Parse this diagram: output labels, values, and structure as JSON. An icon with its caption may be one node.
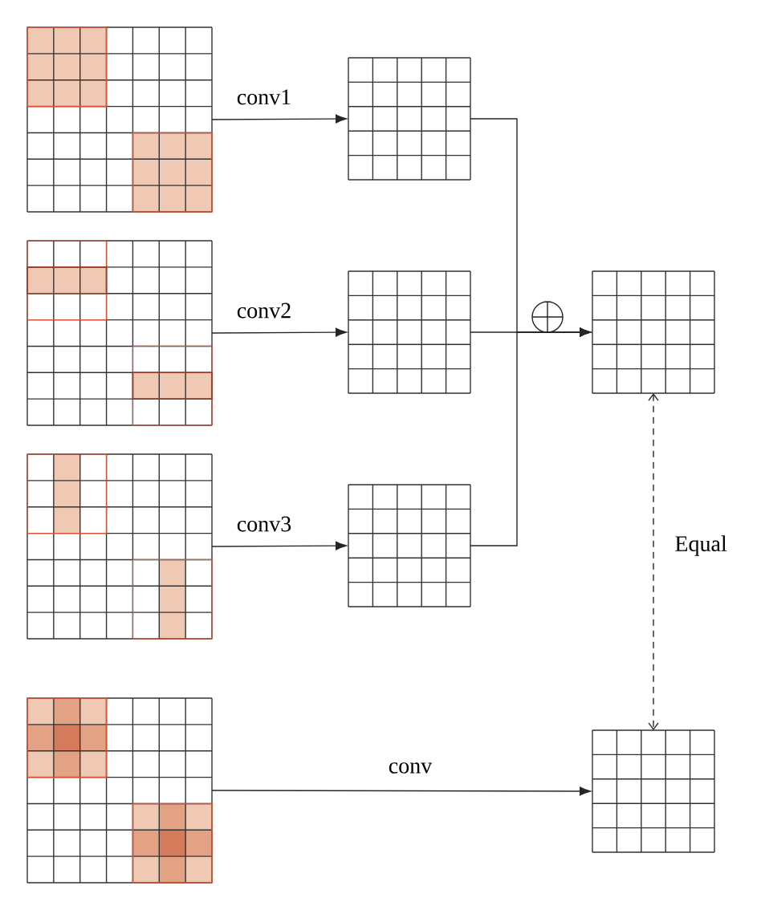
{
  "diagram": {
    "nodes": [
      {
        "text": [],
        "shape": "grid"
      },
      {
        "text": [],
        "shape": "grid"
      },
      {
        "text": [],
        "shape": "grid"
      },
      {
        "text": [],
        "shape": "grid"
      },
      {
        "text": [],
        "shape": "grid"
      },
      {
        "text": [],
        "shape": "grid"
      },
      {
        "text": [],
        "shape": "grid"
      },
      {
        "text": [],
        "shape": "grid"
      },
      {
        "text": [],
        "shape": "grid"
      }
    ],
    "edges": [
      {
        "from": 0,
        "to": 4,
        "arrow": "to",
        "label": "conv1"
      },
      {
        "from": 1,
        "to": 5,
        "arrow": "to",
        "label": "conv2"
      },
      {
        "from": 2,
        "to": 6,
        "arrow": "to",
        "label": "conv3"
      },
      {
        "from": 3,
        "to": 8,
        "arrow": "to",
        "label": "conv"
      },
      {
        "from": 4,
        "to": 7,
        "arrow": "to"
      },
      {
        "from": 5,
        "to": 7,
        "arrow": "to"
      },
      {
        "from": 6,
        "to": 7,
        "arrow": "to"
      },
      {
        "from": 7,
        "to": 8,
        "arrow": "both",
        "label": "Equal",
        "style": "dashed"
      }
    ]
  }
}
